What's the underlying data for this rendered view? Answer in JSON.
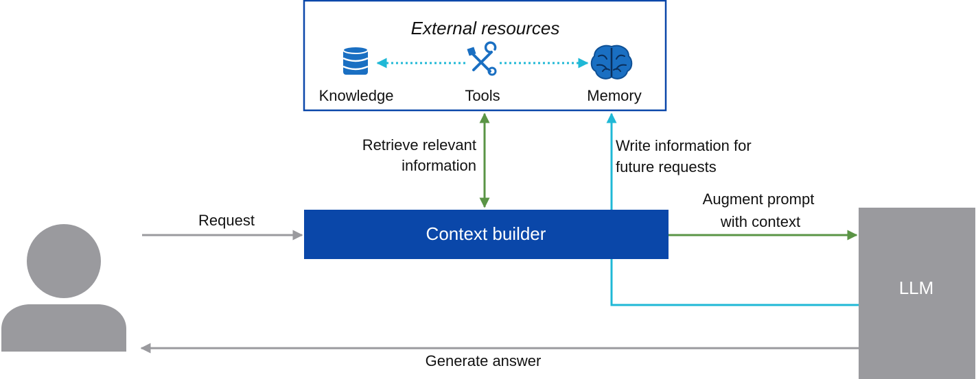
{
  "external": {
    "title": "External resources",
    "knowledge_label": "Knowledge",
    "tools_label": "Tools",
    "memory_label": "Memory"
  },
  "context_builder": {
    "label": "Context builder"
  },
  "llm": {
    "label": "LLM"
  },
  "edges": {
    "retrieve_line1": "Retrieve relevant",
    "retrieve_line2": "information",
    "write_line1": "Write information for",
    "write_line2": "future requests",
    "augment_line1": "Augment prompt",
    "augment_line2": "with context",
    "request": "Request",
    "generate": "Generate answer"
  },
  "icons": {
    "knowledge": "database-icon",
    "tools": "tools-icon",
    "memory": "brain-icon",
    "user": "user-icon"
  },
  "colors": {
    "primary_blue": "#0a47a9",
    "cyan": "#1fb8d6",
    "green": "#5a9445",
    "gray": "#9a9a9e",
    "icon_blue": "#1a6fc2"
  }
}
